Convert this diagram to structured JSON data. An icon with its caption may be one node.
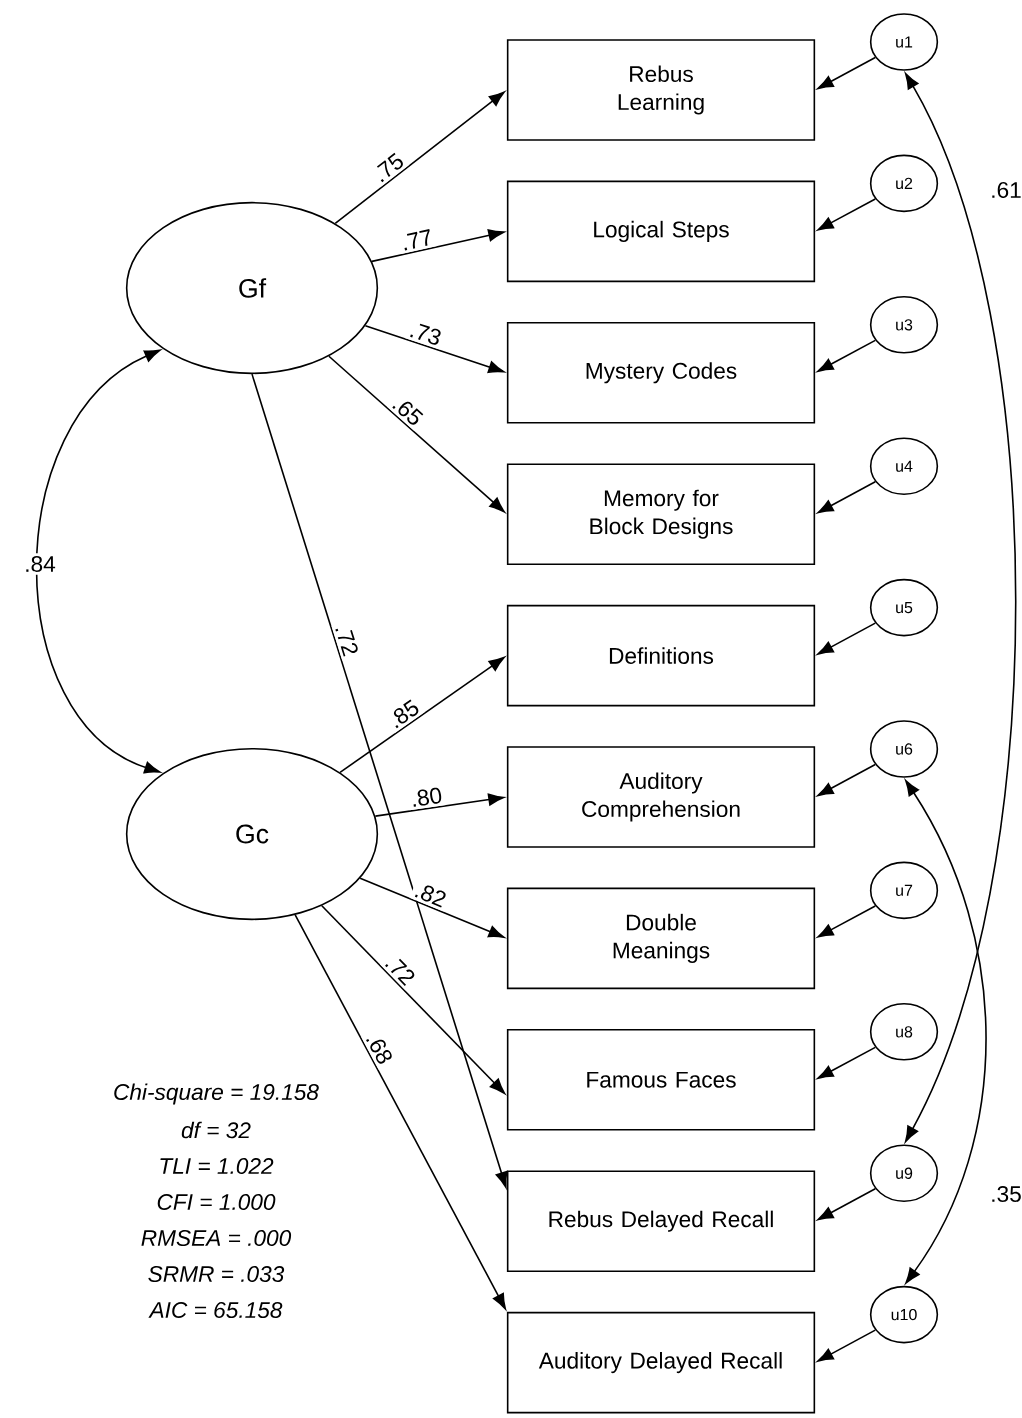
{
  "diagram": {
    "nodes": [
      {
        "text": [
          "Gf"
        ]
      },
      {
        "text": [
          "Gc"
        ]
      },
      {
        "text": [
          "Rebus Learning"
        ]
      },
      {
        "text": [
          "Logical Steps"
        ]
      },
      {
        "text": [
          "Mystery Codes"
        ]
      },
      {
        "text": [
          "Memory for Block Designs"
        ]
      },
      {
        "text": [
          "Definitions"
        ]
      },
      {
        "text": [
          "Auditory Comprehension"
        ]
      },
      {
        "text": [
          "Double Meanings"
        ]
      },
      {
        "text": [
          "Famous Faces"
        ]
      },
      {
        "text": [
          "Rebus Delayed Recall"
        ]
      },
      {
        "text": [
          "Auditory Delayed Recall"
        ]
      },
      {
        "text": [
          "u1"
        ]
      },
      {
        "text": [
          "u2"
        ]
      },
      {
        "text": [
          "u3"
        ]
      },
      {
        "text": [
          "u4"
        ]
      },
      {
        "text": [
          "u5"
        ]
      },
      {
        "text": [
          "u6"
        ]
      },
      {
        "text": [
          "u7"
        ]
      },
      {
        "text": [
          "u8"
        ]
      },
      {
        "text": [
          "u9"
        ]
      },
      {
        "text": [
          "u10"
        ]
      }
    ],
    "edges": [
      {
        "from": 0,
        "to": 2,
        "arrow": "to",
        "label": ".75"
      },
      {
        "from": 0,
        "to": 3,
        "arrow": "to",
        "label": ".77"
      },
      {
        "from": 0,
        "to": 4,
        "arrow": "to",
        "label": ".73"
      },
      {
        "from": 0,
        "to": 5,
        "arrow": "to",
        "label": ".65"
      },
      {
        "from": 0,
        "to": 10,
        "arrow": "to",
        "label": ".72"
      },
      {
        "from": 0,
        "to": 1,
        "arrow": "both",
        "label": ".84"
      },
      {
        "from": 1,
        "to": 6,
        "arrow": "to",
        "label": ".85"
      },
      {
        "from": 1,
        "to": 7,
        "arrow": "to",
        "label": ".80"
      },
      {
        "from": 1,
        "to": 8,
        "arrow": "to",
        "label": ".82"
      },
      {
        "from": 1,
        "to": 9,
        "arrow": "to",
        "label": ".72"
      },
      {
        "from": 1,
        "to": 11,
        "arrow": "to",
        "label": ".68"
      },
      {
        "from": 12,
        "to": 2,
        "arrow": "to"
      },
      {
        "from": 13,
        "to": 3,
        "arrow": "to"
      },
      {
        "from": 14,
        "to": 4,
        "arrow": "to"
      },
      {
        "from": 15,
        "to": 5,
        "arrow": "to"
      },
      {
        "from": 16,
        "to": 6,
        "arrow": "to"
      },
      {
        "from": 17,
        "to": 7,
        "arrow": "to"
      },
      {
        "from": 18,
        "to": 8,
        "arrow": "to"
      },
      {
        "from": 19,
        "to": 9,
        "arrow": "to"
      },
      {
        "from": 20,
        "to": 10,
        "arrow": "to"
      },
      {
        "from": 21,
        "to": 11,
        "arrow": "to"
      },
      {
        "from": 12,
        "to": 20,
        "arrow": "both",
        "label": ".61"
      },
      {
        "from": 17,
        "to": 21,
        "arrow": "both",
        "label": ".35"
      }
    ],
    "labels": [
      "Chi-square = 19.158",
      "df = 32",
      "TLI = 1.022",
      "CFI = 1.000",
      "RMSEA = .000",
      "SRMR = .033",
      "AIC = 65.158"
    ]
  }
}
